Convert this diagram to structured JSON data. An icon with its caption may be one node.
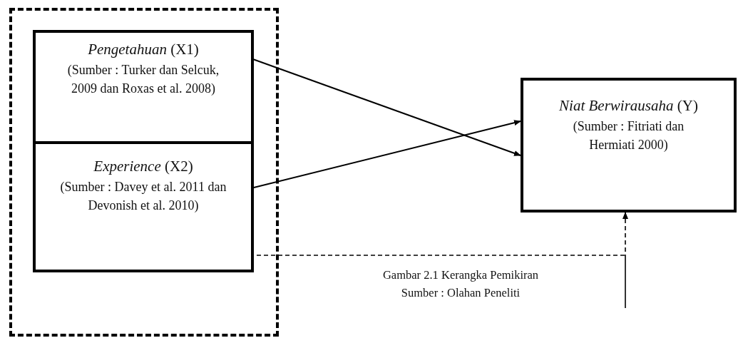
{
  "diagram": {
    "caption": "Gambar 2.1 Kerangka Pemikiran",
    "nodes": [
      {
        "text": [],
        "shape": "box"
      },
      {
        "text": [
          "*Pengetahuan* (X1)",
          "(Sumber : Turker dan Selcuk, 2009 dan Roxas et al. 2008)"
        ],
        "in": 0
      },
      {
        "text": [
          "*Experience* (X2)",
          "(Sumber : Davey et al. 2011 dan Devonish et al. 2010)"
        ],
        "in": 0
      },
      {
        "text": [
          "*Niat Berwirausaha* (Y)",
          "(Sumber : Fitriati dan Hermiati 2000)"
        ]
      }
    ],
    "edges": [
      {
        "from": 1,
        "to": 3,
        "arrow": "to"
      },
      {
        "from": 2,
        "to": 3,
        "arrow": "to"
      },
      {
        "from": 2,
        "to": 3,
        "arrow": "to",
        "style": "dashed"
      }
    ],
    "labels": [
      "Sumber : Olahan Peneliti"
    ]
  }
}
